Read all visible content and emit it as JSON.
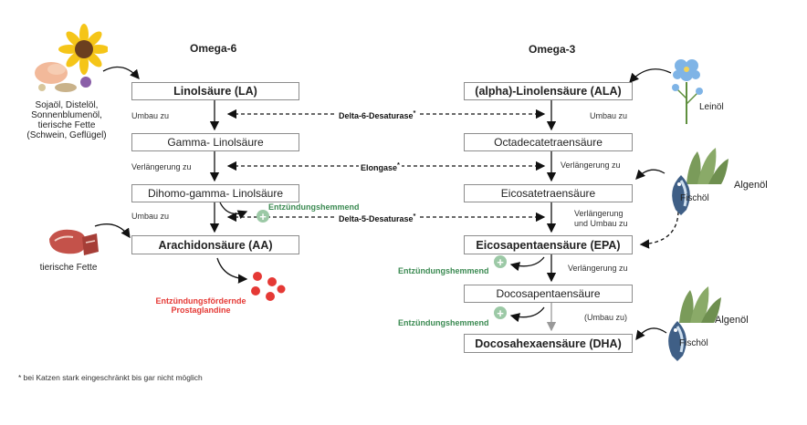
{
  "columns": {
    "omega6": "Omega-6",
    "omega3": "Omega-3"
  },
  "left_chain": {
    "la": "Linolsäure (LA)",
    "gla": "Gamma- Linolsäure",
    "dgla": "Dihomo-gamma- Linolsäure",
    "aa": "Arachidonsäure (AA)"
  },
  "right_chain": {
    "ala": "(alpha)-Linolensäure (ALA)",
    "sda": "Octadecatetraensäure",
    "eta": "Eicosatetraensäure",
    "epa": "Eicosapentaensäure (EPA)",
    "dpa": "Docosapentaensäure",
    "dha": "Docosahexaensäure (DHA)"
  },
  "steps_left": {
    "s1": "Umbau zu",
    "s2": "Verlängerung zu",
    "s3": "Umbau zu"
  },
  "steps_right": {
    "s1": "Umbau zu",
    "s2": "Verlängerung zu",
    "s3a": "Verlängerung",
    "s3b": "und Umbau zu",
    "s4": "Verlängerung zu",
    "s5": "(Umbau zu)"
  },
  "enzymes": {
    "e1": "Delta-6-Desaturase",
    "e2": "Elongase",
    "e3": "Delta-5-Desaturase",
    "asterisk": "*"
  },
  "effects": {
    "anti_inflammatory": "Entzündungshemmend",
    "pro_inflammatory_l1": "Entzündungsfördernde",
    "pro_inflammatory_l2": "Prostaglandine"
  },
  "sources": {
    "veg_oils_l1": "Sojaöl, Distelöl,",
    "veg_oils_l2": "Sonnenblumenöl,",
    "veg_oils_l3": "tierische Fette",
    "veg_oils_l4": "(Schwein, Geflügel)",
    "animal_fat": "tierische Fette",
    "linseed_oil": "Leinöl",
    "algae_oil": "Algenöl",
    "fish_oil": "Fischöl"
  },
  "footnote": "* bei Katzen stark eingeschränkt bis gar nicht möglich",
  "colors": {
    "green": "#3b8a52",
    "red": "#e53935",
    "border": "#8c8c8c"
  },
  "icons": [
    "sunflower-icon",
    "meat-icon",
    "flax-flower-icon",
    "algae-icon",
    "fish-icon",
    "prostaglandin-dots-icon"
  ]
}
